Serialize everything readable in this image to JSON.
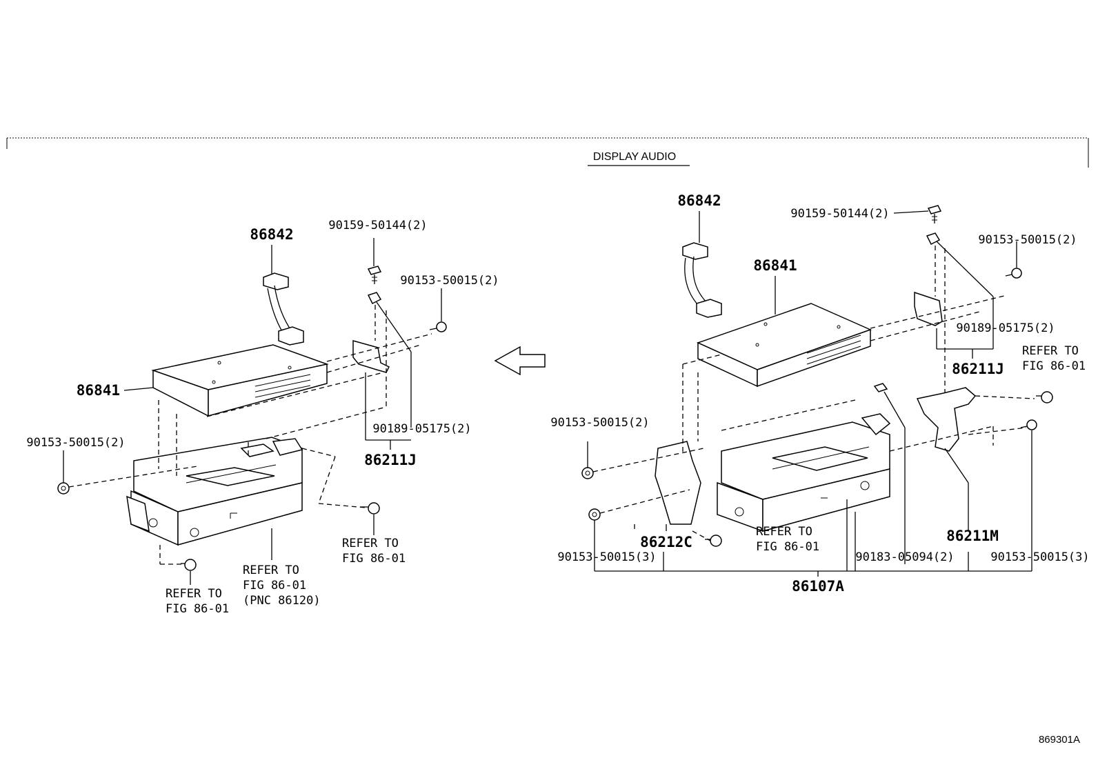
{
  "title": "DISPLAY AUDIO",
  "figure_number": "869301A",
  "left": {
    "p86842": "86842",
    "p86841": "86841",
    "p90159": "90159-50144(2)",
    "p90153_top": "90153-50015(2)",
    "p90153_left": "90153-50015(2)",
    "p90189": "90189-05175(2)",
    "p86211J": "86211J",
    "refer_right": [
      "REFER TO",
      "FIG 86-01"
    ],
    "refer_center": [
      "REFER TO",
      "FIG 86-01",
      "(PNC 86120)"
    ],
    "refer_bottom": [
      "REFER TO",
      "FIG 86-01"
    ]
  },
  "right": {
    "p86842": "86842",
    "p86841": "86841",
    "p90159": "90159-50144(2)",
    "p90153_top": "90153-50015(2)",
    "p90189": "90189-05175(2)",
    "p86211J": "86211J",
    "refer_right": [
      "REFER TO",
      "FIG 86-01"
    ],
    "p90153_mid": "90153-50015(2)",
    "p86212C": "86212C",
    "refer_center": [
      "REFER TO",
      "FIG 86-01"
    ],
    "p86211M": "86211M",
    "p90153_bottom_left": "90153-50015(3)",
    "p90183": "90183-05094(2)",
    "p90153_bottom_right": "90153-50015(3)",
    "p86107A": "86107A"
  }
}
